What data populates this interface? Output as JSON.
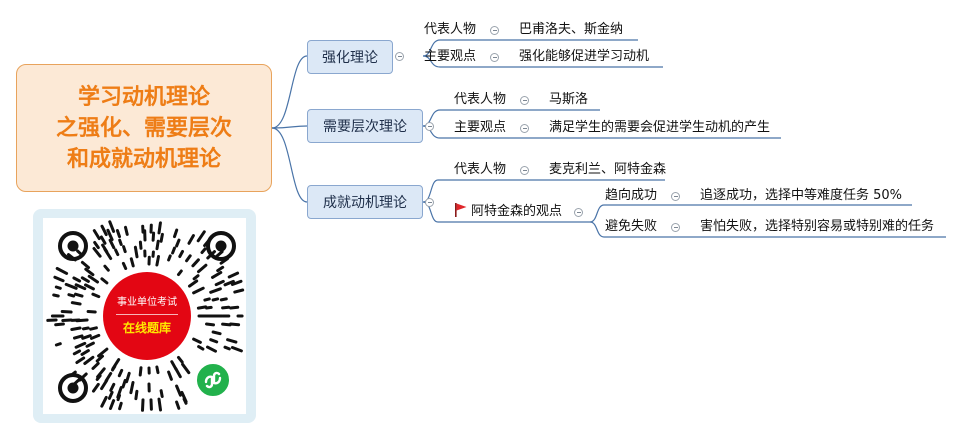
{
  "root": {
    "lines": [
      "学习动机理论",
      "之强化、需要层次",
      "和成就动机理论"
    ]
  },
  "branches": [
    {
      "label": "强化理论",
      "rows": [
        {
          "key": "代表人物",
          "value": "巴甫洛夫、斯金纳"
        },
        {
          "key": "主要观点",
          "value": "强化能够促进学习动机"
        }
      ]
    },
    {
      "label": "需要层次理论",
      "rows": [
        {
          "key": "代表人物",
          "value": "马斯洛"
        },
        {
          "key": "主要观点",
          "value": "满足学生的需要会促进学生动机的产生"
        }
      ]
    },
    {
      "label": "成就动机理论",
      "rows": [
        {
          "key": "代表人物",
          "value": "麦克利兰、阿特金森"
        }
      ],
      "flagged": {
        "label": "阿特金森的观点",
        "children": [
          {
            "key": "趋向成功",
            "value": "追逐成功，选择中等难度任务 50%"
          },
          {
            "key": "避免失败",
            "value": "害怕失败，选择特别容易或特别难的任务"
          }
        ]
      }
    }
  ],
  "qr": {
    "line1": "事业单位考试",
    "line2": "在线题库"
  },
  "colors": {
    "root_border": "#e8a35c",
    "root_fill": "#fce9d6",
    "root_text": "#ee7d16",
    "branch_fill": "#dce8f6",
    "branch_border": "#8aa7cf",
    "connector": "#4a74a8",
    "flag": "#e0262b",
    "qr_red": "#e30613",
    "qr_yellow": "#ffe800",
    "wechat_green": "#22b14c"
  },
  "icons": {
    "collapse": "collapse-icon",
    "flag": "flag-icon",
    "mini_program": "wechat-mini-program-icon"
  }
}
